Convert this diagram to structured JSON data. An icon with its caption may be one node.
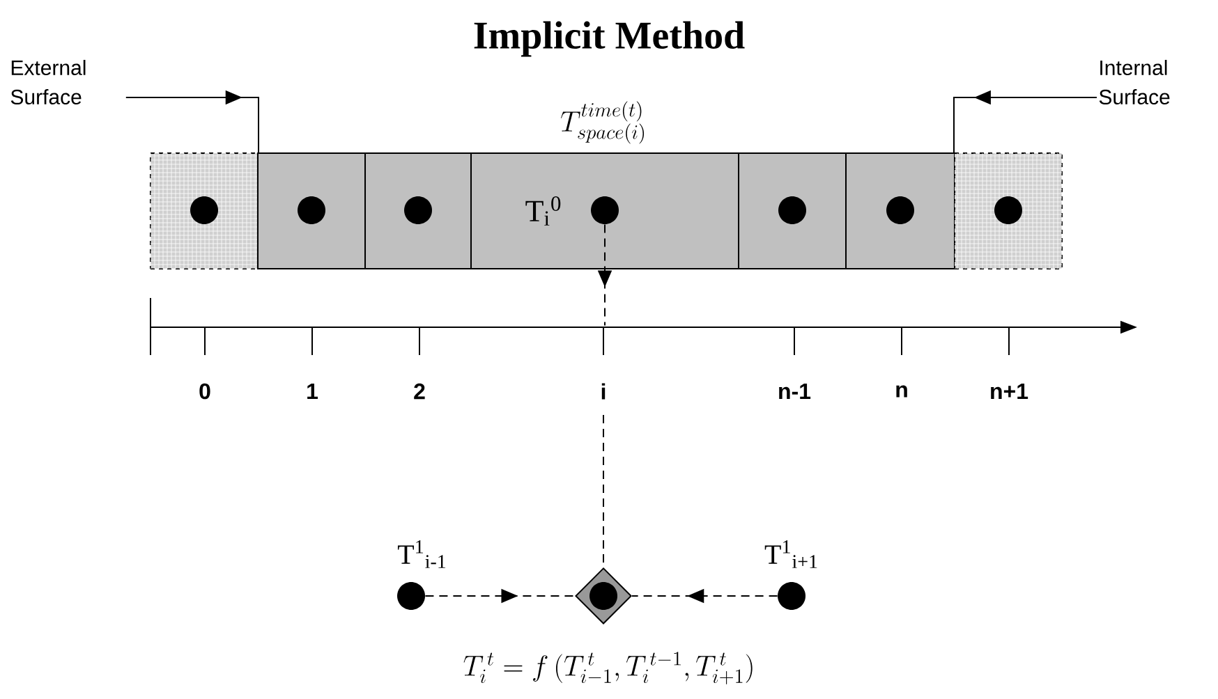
{
  "diagram": {
    "title": "Implicit Method",
    "nodes": [
      {
        "text": [
          "External Surface"
        ]
      },
      {
        "text": [
          "Internal Surface"
        ]
      },
      {
        "text": [],
        "shape": "box"
      },
      {
        "text": [],
        "shape": "box"
      },
      {
        "text": [],
        "shape": "box"
      },
      {
        "text": [
          "T$_{i}$$^{0}$"
        ]
      },
      {
        "text": [],
        "shape": "box"
      },
      {
        "text": [],
        "shape": "box"
      },
      {
        "text": [],
        "shape": "box"
      },
      {
        "text": [],
        "shape": "circle",
        "in": 2
      },
      {
        "text": [],
        "shape": "circle",
        "in": 3
      },
      {
        "text": [],
        "shape": "circle",
        "in": 4
      },
      {
        "text": [],
        "shape": "circle",
        "in": 5
      },
      {
        "text": [],
        "shape": "circle",
        "in": 6
      },
      {
        "text": [],
        "shape": "circle",
        "in": 7
      },
      {
        "text": [],
        "shape": "circle",
        "in": 8
      },
      {
        "text": [],
        "shape": "circle",
        "beside": [
          "T$^{1}$$_{i-1}$"
        ]
      },
      {
        "text": [],
        "shape": "diamond"
      },
      {
        "text": [],
        "shape": "circle",
        "beside": [
          "T$^{1}$$_{i+1}$"
        ]
      },
      {
        "text": [],
        "shape": "line"
      }
    ],
    "edges": [
      {
        "from": 0,
        "to": 2,
        "arrow": "to"
      },
      {
        "from": 1,
        "to": 8,
        "arrow": "to"
      },
      {
        "from": 12,
        "to": 19,
        "arrow": "to",
        "style": "dashed"
      },
      {
        "from": null,
        "to": 17,
        "arrow": "none",
        "style": "dashed"
      },
      {
        "from": 16,
        "to": 17,
        "arrow": "to",
        "style": "dashed"
      },
      {
        "from": 18,
        "to": 17,
        "arrow": "to",
        "style": "dashed"
      }
    ],
    "labels": [
      "T^{time(t)}_{space(i)}",
      "0",
      "1",
      "2",
      "i",
      "n-1",
      "n",
      "n+1",
      "T_i^{\\,t} = f\\,(T_{i-1}^{\\,t},T_i^{\\,t-1},T_{i+1}^{\\,t})"
    ]
  }
}
